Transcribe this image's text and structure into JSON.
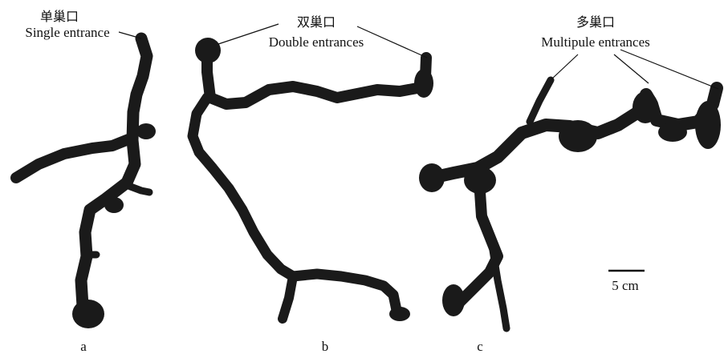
{
  "panels": {
    "a": {
      "letter": "a",
      "label_cn": "单巢口",
      "label_en": "Single entrance"
    },
    "b": {
      "letter": "b",
      "label_cn": "双巢口",
      "label_en": "Double entrances"
    },
    "c": {
      "letter": "c",
      "label_cn": "多巢口",
      "label_en": "Multipule entrances"
    }
  },
  "scale_bar": {
    "label": "5 cm"
  },
  "colors": {
    "burrow_fill": "#1a1a1a",
    "background": "#ffffff"
  }
}
